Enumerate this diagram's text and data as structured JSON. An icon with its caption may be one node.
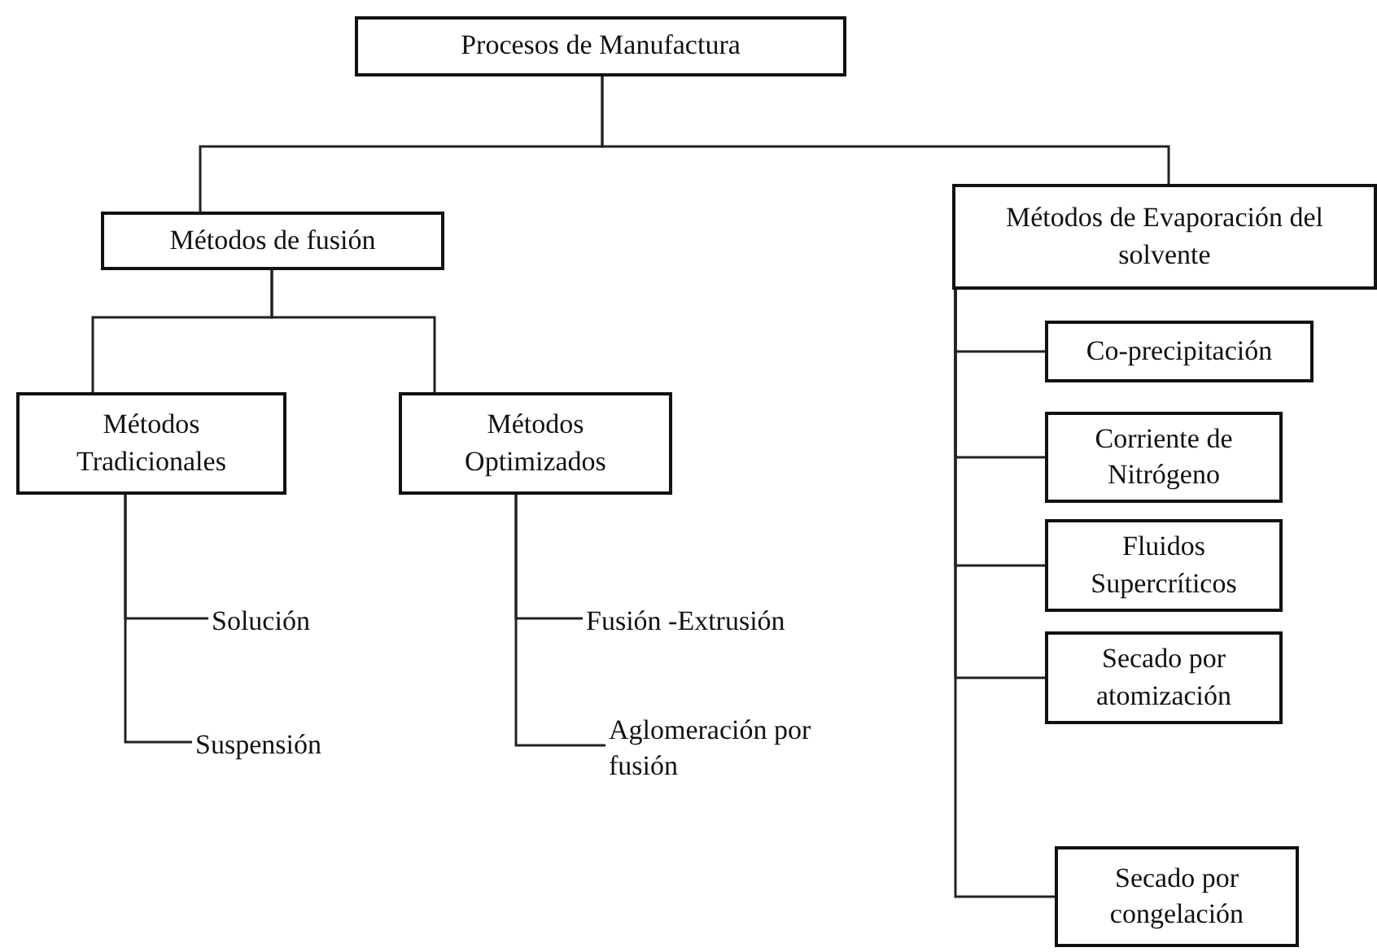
{
  "diagram": {
    "nodes": [
      {
        "text": [
          "Procesos de Manufactura"
        ]
      },
      {
        "text": [
          "Métodos de fusión"
        ]
      },
      {
        "text": [
          "Métodos de Evaporación del solvente"
        ]
      },
      {
        "text": [
          "Métodos Tradicionales"
        ]
      },
      {
        "text": [
          "Métodos Optimizados"
        ]
      },
      {
        "text": [
          "Solución"
        ]
      },
      {
        "text": [
          "Suspensión"
        ]
      },
      {
        "text": [
          "Fusión -Extrusión"
        ]
      },
      {
        "text": [
          "Aglomeración por fusión"
        ]
      },
      {
        "text": [
          "Co-precipitación"
        ]
      },
      {
        "text": [
          "Corriente de Nitrógeno"
        ]
      },
      {
        "text": [
          "Fluidos Supercríticos"
        ]
      },
      {
        "text": [
          "Secado por atomización"
        ]
      },
      {
        "text": [
          "Secado por congelación"
        ]
      }
    ],
    "edges": [
      {
        "from": 0,
        "to": 1,
        "arrow": "none"
      },
      {
        "from": 0,
        "to": 2,
        "arrow": "none"
      },
      {
        "from": 1,
        "to": 3,
        "arrow": "none"
      },
      {
        "from": 1,
        "to": 4,
        "arrow": "none"
      },
      {
        "from": 3,
        "to": 5,
        "arrow": "none"
      },
      {
        "from": 3,
        "to": 6,
        "arrow": "none"
      },
      {
        "from": 4,
        "to": 7,
        "arrow": "none"
      },
      {
        "from": 4,
        "to": 8,
        "arrow": "none"
      },
      {
        "from": 2,
        "to": 9,
        "arrow": "none"
      },
      {
        "from": 2,
        "to": 10,
        "arrow": "none"
      },
      {
        "from": 2,
        "to": 11,
        "arrow": "none"
      },
      {
        "from": 2,
        "to": 12,
        "arrow": "none"
      },
      {
        "from": 2,
        "to": 13,
        "arrow": "none"
      }
    ]
  }
}
